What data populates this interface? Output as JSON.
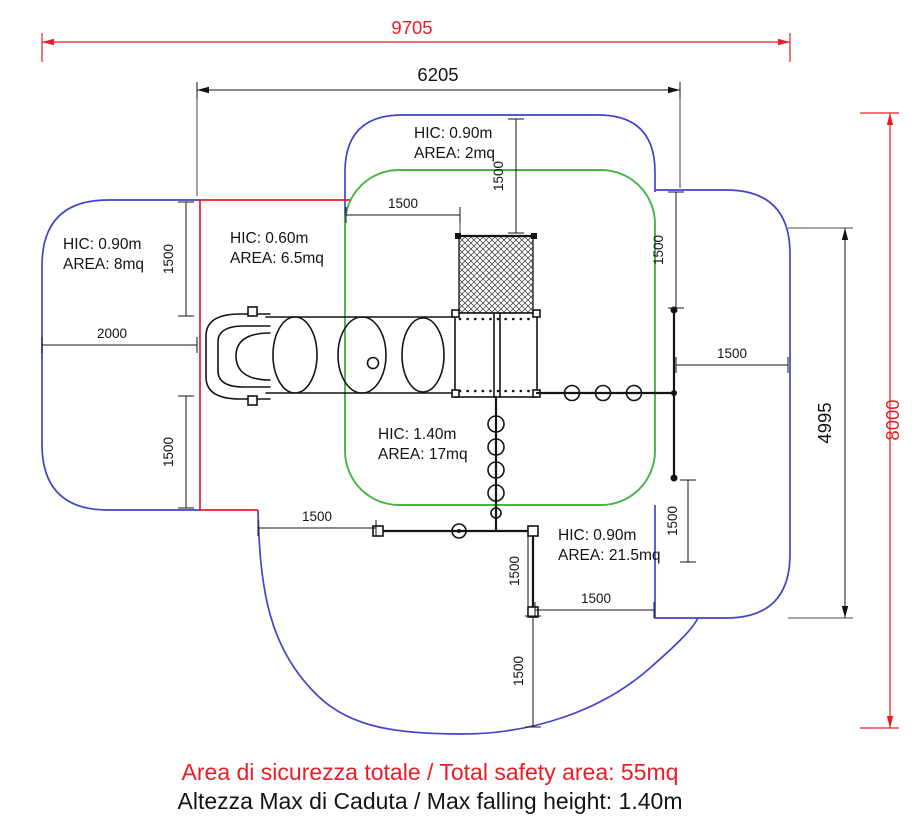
{
  "drawing": {
    "dim_overall_width": "9705",
    "dim_inner_width": "6205",
    "dim_overall_height": "8000",
    "dim_right_height": "4995",
    "dim_2000": "2000",
    "dim_1500": "1500"
  },
  "zones": {
    "top": {
      "hic": "HIC: 0.90m",
      "area": "AREA: 2mq"
    },
    "left": {
      "hic": "HIC: 0.90m",
      "area": "AREA: 8mq"
    },
    "center_left": {
      "hic": "HIC: 0.60m",
      "area": "AREA: 6.5mq"
    },
    "center": {
      "hic": "HIC: 1.40m",
      "area": "AREA: 17mq"
    },
    "bottom_right": {
      "hic": "HIC: 0.90m",
      "area": "AREA: 21.5mq"
    }
  },
  "footer": {
    "total_safety_area": "Area di sicurezza totale / Total safety area: 55mq",
    "max_falling_height": "Altezza Max di Caduta / Max falling height: 1.40m"
  },
  "colors": {
    "red": "#ec1c24",
    "blue": "#3f46c8",
    "green": "#46b446",
    "ink": "#141414"
  }
}
